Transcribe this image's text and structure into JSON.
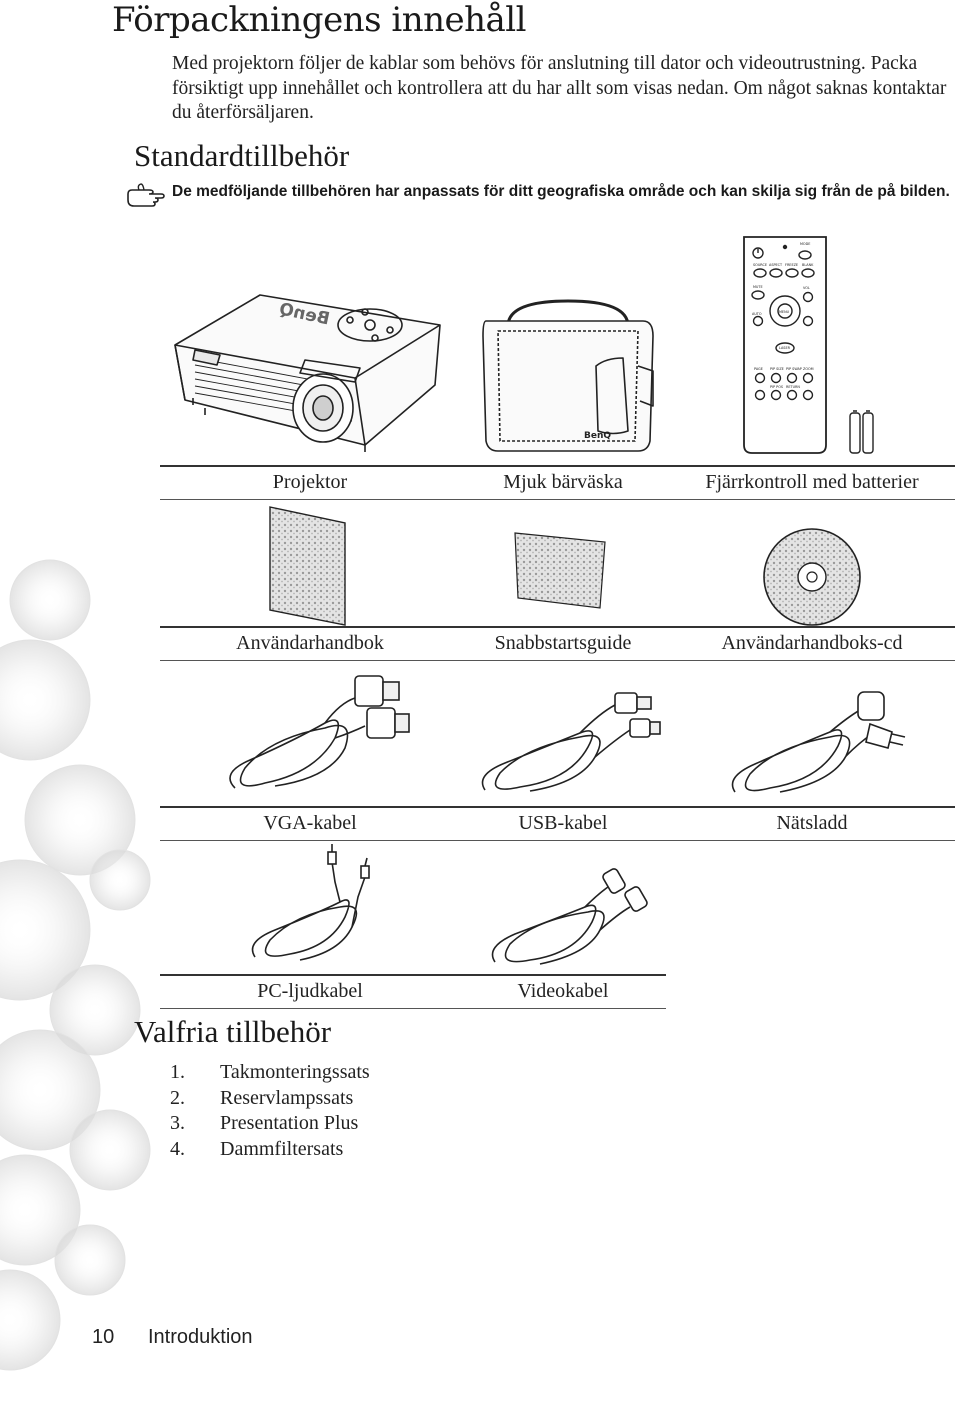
{
  "page_title": "Förpackningens innehåll",
  "intro": "Med projektorn följer de kablar som behövs för anslutning till dator och videoutrustning. Packa försiktigt upp innehållet och kontrollera att du har allt som visas nedan. Om något saknas kontaktar du återförsäljaren.",
  "standard": {
    "title": "Standardtillbehör",
    "note": "De medföljande tillbehören har anpassats för ditt geografiska område och kan skilja sig från de på bilden.",
    "row1": [
      "Projektor",
      "Mjuk bärväska",
      "Fjärrkontroll med batterier"
    ],
    "row2": [
      "Användarhandbok",
      "Snabbstartsguide",
      "Användarhandboks-cd"
    ],
    "row3": [
      "VGA-kabel",
      "USB-kabel",
      "Nätsladd"
    ],
    "row4": [
      "PC-ljudkabel",
      "Videokabel"
    ]
  },
  "illustration_text": {
    "projector_brand": "BenQ",
    "bag_brand": "BenQ",
    "remote_buttons": {
      "power": "",
      "mode": "MODE",
      "source": "SOURCE",
      "aspect": "ASPECT",
      "freeze": "FREEZE",
      "blank": "BLANK",
      "mute": "MUTE",
      "vol": "VOL",
      "auto": "AUTO",
      "menu": "MENU",
      "laser": "LASER",
      "page": "PAGE",
      "pip_size": "PIP SIZE",
      "pip_swap": "PIP SWAP",
      "zoom": "ZOOM",
      "pip_pos": "PIP POS",
      "return": "RETURN"
    }
  },
  "optional": {
    "title": "Valfria tillbehör",
    "items": [
      {
        "num": "1.",
        "label": "Takmonteringssats"
      },
      {
        "num": "2.",
        "label": "Reservlampssats"
      },
      {
        "num": "3.",
        "label": "Presentation Plus"
      },
      {
        "num": "4.",
        "label": "Dammfiltersats"
      }
    ]
  },
  "footer": {
    "page_number": "10",
    "section": "Introduktion"
  },
  "colors": {
    "text": "#1a1a1a",
    "rule": "#333333",
    "background_decor": "#e9e9e9"
  }
}
